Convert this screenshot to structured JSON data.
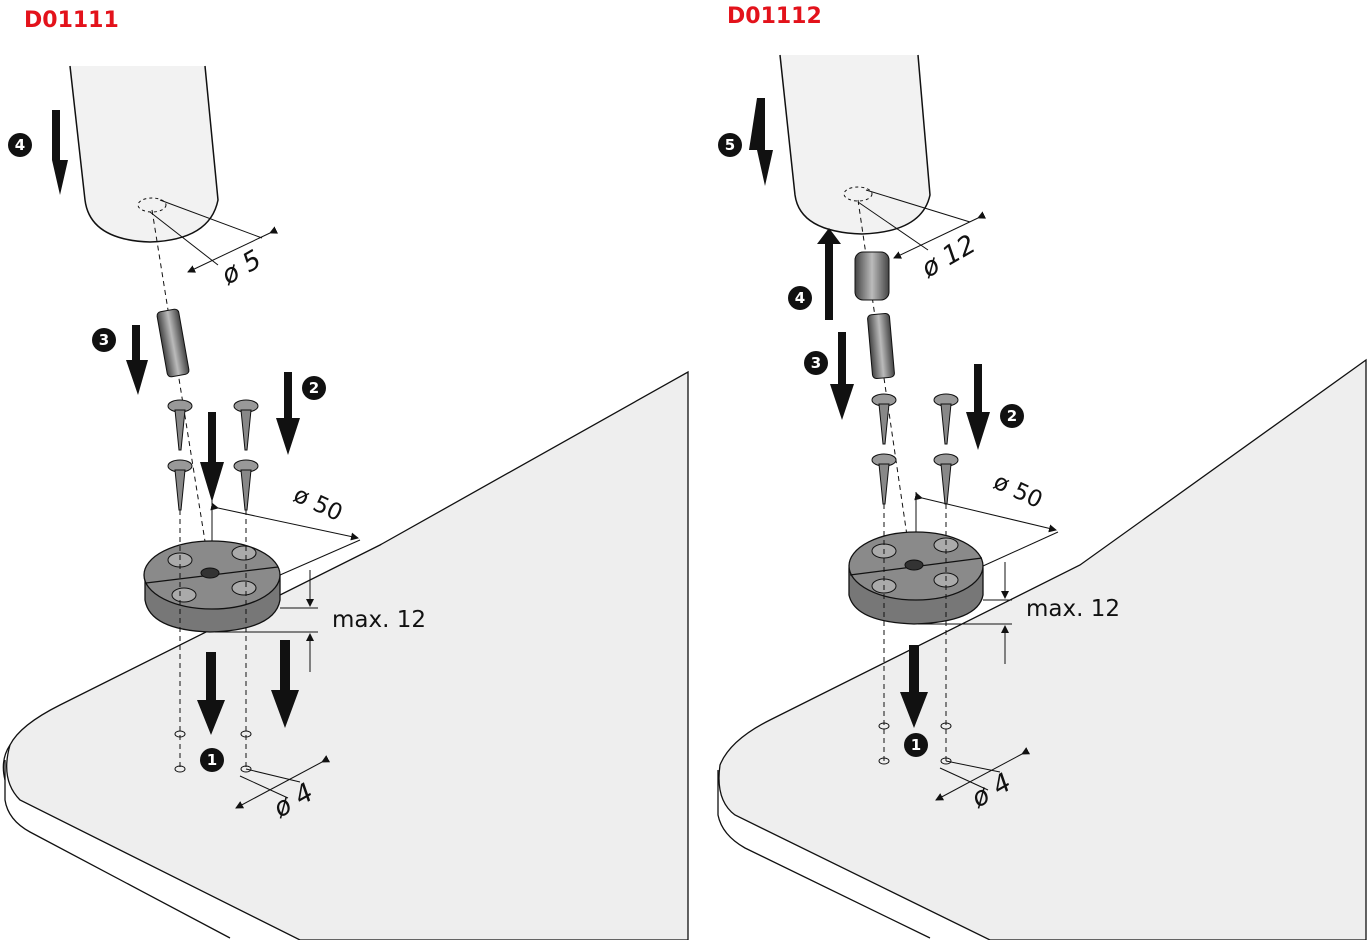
{
  "left_panel": {
    "code": "D01111",
    "dims": {
      "leg_hole": "ø 5",
      "plate_dia": "ø 50",
      "plate_max": "max. 12",
      "pilot_hole": "ø 4"
    },
    "steps": [
      "1",
      "2",
      "3",
      "4"
    ]
  },
  "right_panel": {
    "code": "D01112",
    "dims": {
      "leg_hole": "ø 12",
      "plate_dia": "ø 50",
      "plate_max": "max. 12",
      "pilot_hole": "ø 4"
    },
    "steps": [
      "1",
      "2",
      "3",
      "4",
      "5"
    ]
  },
  "colors": {
    "code_red": "#e3121b",
    "table_fill": "#eeeeee",
    "leg_fill": "#f2f2f2",
    "plate_fill": "#8a8a8a"
  }
}
